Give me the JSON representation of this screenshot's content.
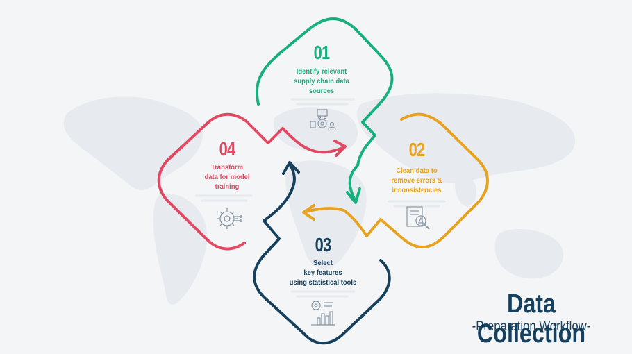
{
  "colors": {
    "step1": "#17b07d",
    "step2": "#e8a21f",
    "step3": "#17405c",
    "step4": "#e24862",
    "title": "#15405e",
    "background": "#f3f5f7"
  },
  "steps": [
    {
      "number": "01",
      "lines": [
        "Identify relevant",
        "supply chain data",
        "sources"
      ],
      "icon": "supply-chain-icon"
    },
    {
      "number": "02",
      "lines": [
        "Clean data to",
        "remove errors &",
        "inconsistencies"
      ],
      "icon": "document-inspection-icon"
    },
    {
      "number": "03",
      "lines": [
        "Select",
        "key features",
        "using statistical tools"
      ],
      "icon": "statistics-icon"
    },
    {
      "number": "04",
      "lines": [
        "Transform",
        "data for model",
        "training"
      ],
      "icon": "gear-circuit-icon"
    }
  ],
  "title": "Data Collection",
  "subtitle": "-Preparation Workflow-"
}
